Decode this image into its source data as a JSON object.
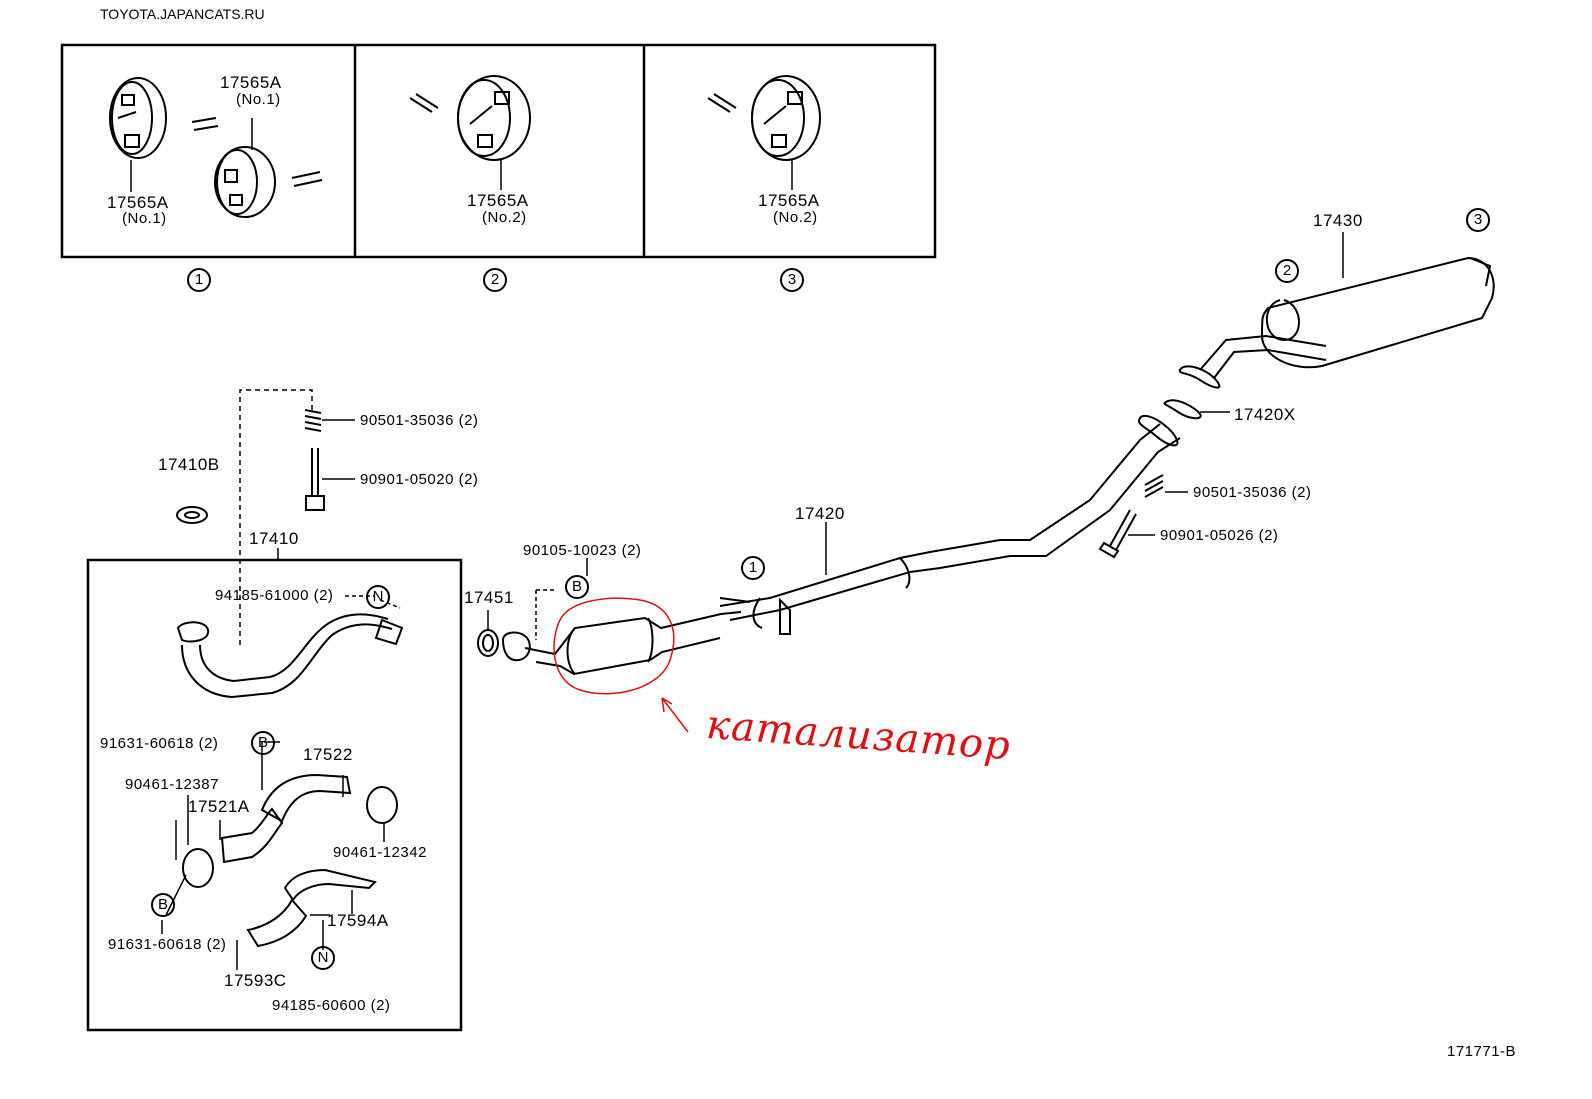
{
  "watermark": "TOYOTA.JAPANCATS.RU",
  "diagram_code": "171771-B",
  "annotation": "катализатор",
  "hanger_views": {
    "view1": {
      "marker": "1",
      "parts": [
        {
          "number": "17565A",
          "note": "(No.1)"
        },
        {
          "number": "17565A",
          "note": "(No.1)"
        }
      ]
    },
    "view2": {
      "marker": "2",
      "parts": [
        {
          "number": "17565A",
          "note": "(No.2)"
        }
      ]
    },
    "view3": {
      "marker": "3",
      "parts": [
        {
          "number": "17565A",
          "note": "(No.2)"
        }
      ]
    }
  },
  "parts": {
    "muffler": "17430",
    "gasket_rear": "17420X",
    "spring_rear": "90501-35036 (2)",
    "bolt_rear": "90901-05026 (2)",
    "center_pipe": "17420",
    "nut_front": "90105-10023 (2)",
    "gasket_front": "17451",
    "spring_front": "90501-35036 (2)",
    "bolt_front": "90901-05020 (2)",
    "gasket_manifold": "17410B",
    "front_pipe": "17410",
    "front_nut": "94185-61000 (2)",
    "bolt_b_top": "91631-60618 (2)",
    "insulator_upper": "17522",
    "clamp_left": "90461-12387",
    "insulator_lower": "17521A",
    "clamp_right": "90461-12342",
    "bolt_b_bottom": "91631-60618 (2)",
    "insulator_17594": "17594A",
    "insulator_17593": "17593C",
    "nut_bottom": "94185-60600 (2)"
  },
  "markers": {
    "one": "1",
    "two": "2",
    "three": "3",
    "b": "B",
    "n": "N"
  }
}
